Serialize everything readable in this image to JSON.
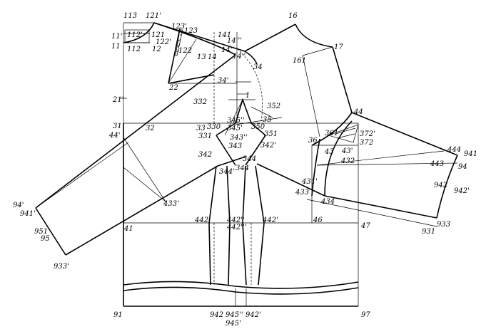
{
  "labels": {
    "p113": "113",
    "p121p": "121'",
    "p16": "16",
    "p123p": "123'",
    "p123": "123",
    "p141": "141",
    "p14ppp": "14'''",
    "p11p": "11'",
    "p112p": "112'",
    "p121": "121",
    "p122p": "122'",
    "p11": "11",
    "p112": "112",
    "p12": "12",
    "p122": "122",
    "p13": "13",
    "p14": "14",
    "p14p": "14'",
    "p14pp": "14''",
    "p17": "17",
    "p161": "161",
    "p34": "34",
    "p22": "22",
    "p34p": "34'",
    "p21p": "21'",
    "p332": "332",
    "p352": "352",
    "p1": "1",
    "p44": "44",
    "p345pp": "345''",
    "p345p": "345'",
    "p35": "35",
    "p31": "31",
    "p32": "32",
    "p33": "33",
    "p330": "330",
    "p350": "350",
    "p331": "331",
    "p351": "351",
    "p44p": "44'",
    "p343pp": "343''",
    "p343": "343",
    "p36": "36",
    "p361": "361",
    "p372p": "372'",
    "p372": "372",
    "p342": "342",
    "p342p": "342'",
    "p43": "43",
    "p43p": "43'",
    "p432": "432",
    "p344": "344",
    "p344p": "344'",
    "p344r": "344",
    "p444": "444",
    "p941": "941",
    "p443": "443",
    "p94": "94",
    "p431p": "431'",
    "p433": "433",
    "p434": "434",
    "p942": "942",
    "p942r": "942'",
    "p94p": "94'",
    "p941p": "941'",
    "p433p": "433'",
    "p442": "442",
    "p442pp": "442''",
    "p442ppp": "442'''",
    "p442p": "442'",
    "p46": "46",
    "p47": "47",
    "p41": "41",
    "p931": "931",
    "p933": "933",
    "p951": "951",
    "p95": "95",
    "p933p": "933'",
    "p91": "91",
    "p942b": "942",
    "p945pp": "945''",
    "p945p": "945'",
    "p942pb": "942'",
    "p97": "97"
  }
}
